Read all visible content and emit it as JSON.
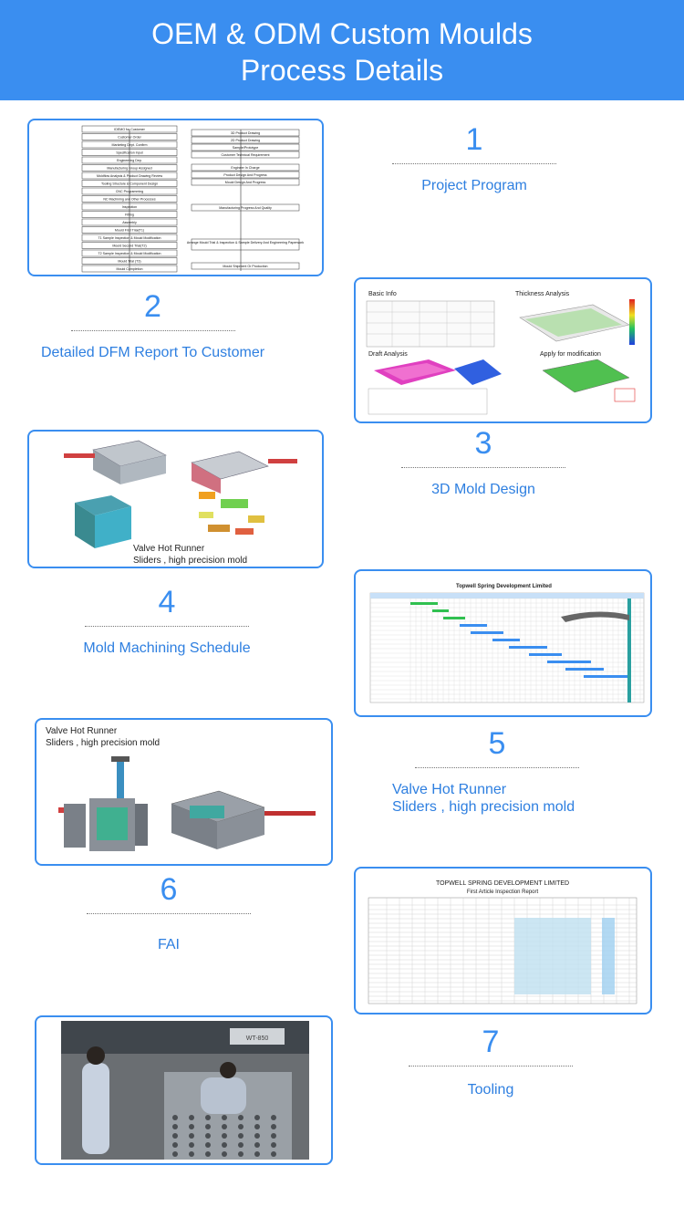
{
  "header": {
    "title_line1": "OEM & ODM Custom Moulds",
    "title_line2": "Process Details"
  },
  "colors": {
    "accent": "#3a8ef0",
    "label": "#2e7fe0"
  },
  "steps": [
    {
      "num": "1",
      "label": "Project Program"
    },
    {
      "num": "2",
      "label": "Detailed DFM Report To Customer"
    },
    {
      "num": "3",
      "label": "3D Mold Design"
    },
    {
      "num": "4",
      "label": "Mold Machining Schedule"
    },
    {
      "num": "5",
      "label_line1": "Valve Hot Runner",
      "label_line2": "Sliders , high precision mold"
    },
    {
      "num": "6",
      "label": "FAI"
    },
    {
      "num": "7",
      "label": "Tooling"
    }
  ],
  "flowchart": {
    "left": [
      "IDEMO for Customer",
      "Customer Order",
      "Marketing Dept. Confirm",
      "Specification Input",
      "Engineering Dep.",
      "Manufacturing Group Assigned",
      "Moldflow Analysis & Product Drawing Review",
      "Tooling Structure & Component Design",
      "CNC Programming",
      "NC Machining and Other Processes",
      "Inspection",
      "Fitting",
      "Assembly",
      "Mould First Trial(T1)",
      "T1 Sample Inspection & Mould Modification",
      "Mould Second Trial(T2)",
      "T2 Sample Inspection & Mould Modification",
      "Mould Trial (T3)",
      "Mould Completion"
    ],
    "right": [
      "3D Product Drawing",
      "2D Product Drawing",
      "Sample/Prototype",
      "Customer Technical Requirement",
      "Engineer In Charge",
      "Product Design And Progress",
      "Mould Design And Progress",
      "Manufacturing Progress And Quality",
      "Arrange Mould Trial & Inspection & Sample Delivery And Engineering Paperwork",
      "Mould Shipment Or Production"
    ]
  },
  "dfm": {
    "basic_info": "Basic Info",
    "thickness": "Thickness Analysis",
    "draft": "Draft Analysis",
    "apply": "Apply for modification"
  },
  "mold_caption": {
    "line1": "Valve Hot Runner",
    "line2": "Sliders , high precision mold"
  },
  "runner_caption": {
    "line1": "Valve Hot Runner",
    "line2": "Sliders , high precision mold"
  },
  "schedule": {
    "title": "Topwell Spring Development Limited"
  },
  "fai": {
    "company": "TOPWELL SPRING DEVELOPMENT LIMITED",
    "report": "First Article Inspection Report"
  },
  "tooling_photo": {
    "sign": "WT-850"
  }
}
